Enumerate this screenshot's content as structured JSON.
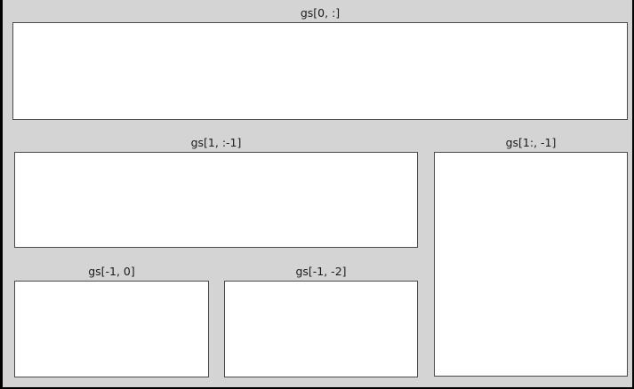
{
  "figure": {
    "description": "Matplotlib GridSpec layout demo figure with five empty subplots",
    "background_color": "#d4d4d4",
    "axes_face_color": "#ffffff",
    "axes_edge_color": "#4a4a4a",
    "title_color": "#1a1a1a",
    "outer_border_color": "#000000"
  },
  "panels": [
    {
      "id": "gs-row0-allcols",
      "title": "gs[0, :]"
    },
    {
      "id": "gs-row1-notlast",
      "title": "gs[1, :-1]"
    },
    {
      "id": "gs-rows1on-last",
      "title": "gs[1:, -1]"
    },
    {
      "id": "gs-lastrow-col0",
      "title": "gs[-1, 0]"
    },
    {
      "id": "gs-lastrow-col-2",
      "title": "gs[-1, -2]"
    }
  ]
}
